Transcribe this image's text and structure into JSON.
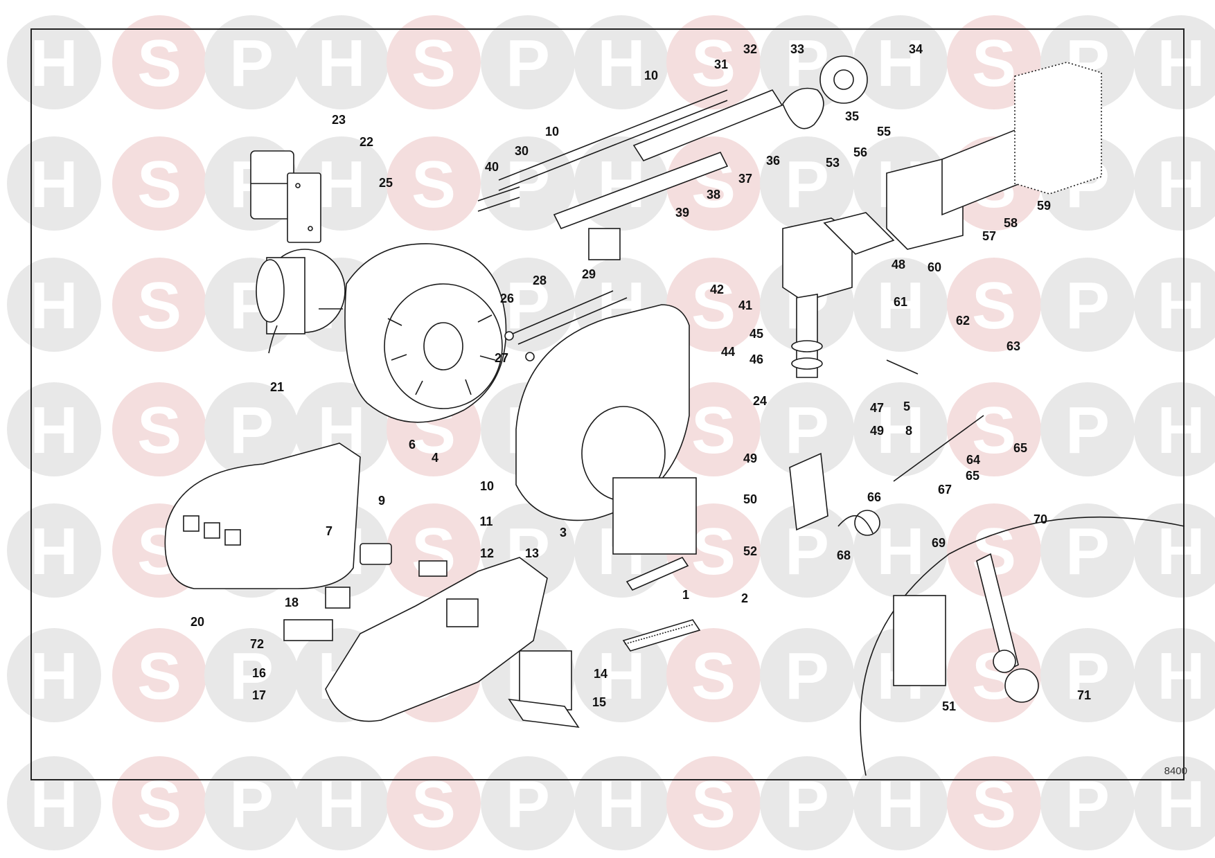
{
  "watermark": {
    "letters": [
      "H",
      "S",
      "P"
    ],
    "fill": "#e8e8e8",
    "accent_fill": "#f4dede",
    "letter_fill": "#ffffff"
  },
  "diagram": {
    "drawing_number": "8400",
    "callouts": [
      {
        "label": "1"
      },
      {
        "label": "2"
      },
      {
        "label": "3"
      },
      {
        "label": "4"
      },
      {
        "label": "5"
      },
      {
        "label": "6"
      },
      {
        "label": "7"
      },
      {
        "label": "8"
      },
      {
        "label": "9"
      },
      {
        "label": "10"
      },
      {
        "label": "10"
      },
      {
        "label": "10"
      },
      {
        "label": "11"
      },
      {
        "label": "12"
      },
      {
        "label": "13"
      },
      {
        "label": "14"
      },
      {
        "label": "15"
      },
      {
        "label": "16"
      },
      {
        "label": "17"
      },
      {
        "label": "18"
      },
      {
        "label": "20"
      },
      {
        "label": "21"
      },
      {
        "label": "22"
      },
      {
        "label": "23"
      },
      {
        "label": "24"
      },
      {
        "label": "25"
      },
      {
        "label": "26"
      },
      {
        "label": "27"
      },
      {
        "label": "28"
      },
      {
        "label": "29"
      },
      {
        "label": "30"
      },
      {
        "label": "31"
      },
      {
        "label": "32"
      },
      {
        "label": "33"
      },
      {
        "label": "34"
      },
      {
        "label": "35"
      },
      {
        "label": "36"
      },
      {
        "label": "37"
      },
      {
        "label": "38"
      },
      {
        "label": "39"
      },
      {
        "label": "40"
      },
      {
        "label": "41"
      },
      {
        "label": "42"
      },
      {
        "label": "44"
      },
      {
        "label": "45"
      },
      {
        "label": "46"
      },
      {
        "label": "47"
      },
      {
        "label": "48"
      },
      {
        "label": "49"
      },
      {
        "label": "49"
      },
      {
        "label": "50"
      },
      {
        "label": "51"
      },
      {
        "label": "52"
      },
      {
        "label": "53"
      },
      {
        "label": "55"
      },
      {
        "label": "56"
      },
      {
        "label": "57"
      },
      {
        "label": "58"
      },
      {
        "label": "59"
      },
      {
        "label": "60"
      },
      {
        "label": "61"
      },
      {
        "label": "62"
      },
      {
        "label": "63"
      },
      {
        "label": "64"
      },
      {
        "label": "65"
      },
      {
        "label": "65"
      },
      {
        "label": "66"
      },
      {
        "label": "67"
      },
      {
        "label": "68"
      },
      {
        "label": "69"
      },
      {
        "label": "70"
      },
      {
        "label": "71"
      },
      {
        "label": "72"
      }
    ]
  }
}
